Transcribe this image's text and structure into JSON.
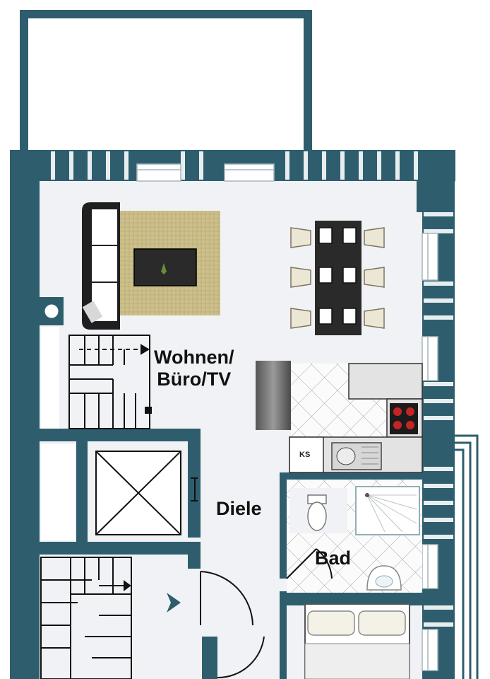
{
  "plan": {
    "title": "Floor plan",
    "colors": {
      "wall": "#2e5e6e",
      "floor": "#f1f2f5",
      "tile": "#fbfbfb",
      "tile_line": "#9a9a9a",
      "rug": "#cbbf8a",
      "furniture_dark": "#2a2a2a",
      "chair": "#ece6d4",
      "counter": "#e3e3e3",
      "hob": "#b52020"
    },
    "rooms": {
      "wohnen": {
        "line1": "Wohnen/",
        "line2": "Büro/TV"
      },
      "diele": {
        "label": "Diele"
      },
      "bad": {
        "label": "Bad"
      }
    },
    "fridge": {
      "label": "KS"
    },
    "icons": [
      "sofa-icon",
      "coffee-table-icon",
      "dining-table-icon",
      "stair-icon",
      "elevator-icon",
      "toilet-icon",
      "shower-icon",
      "sink-icon",
      "bed-icon",
      "hob-icon",
      "fridge-icon",
      "direction-arrow-icon"
    ]
  }
}
